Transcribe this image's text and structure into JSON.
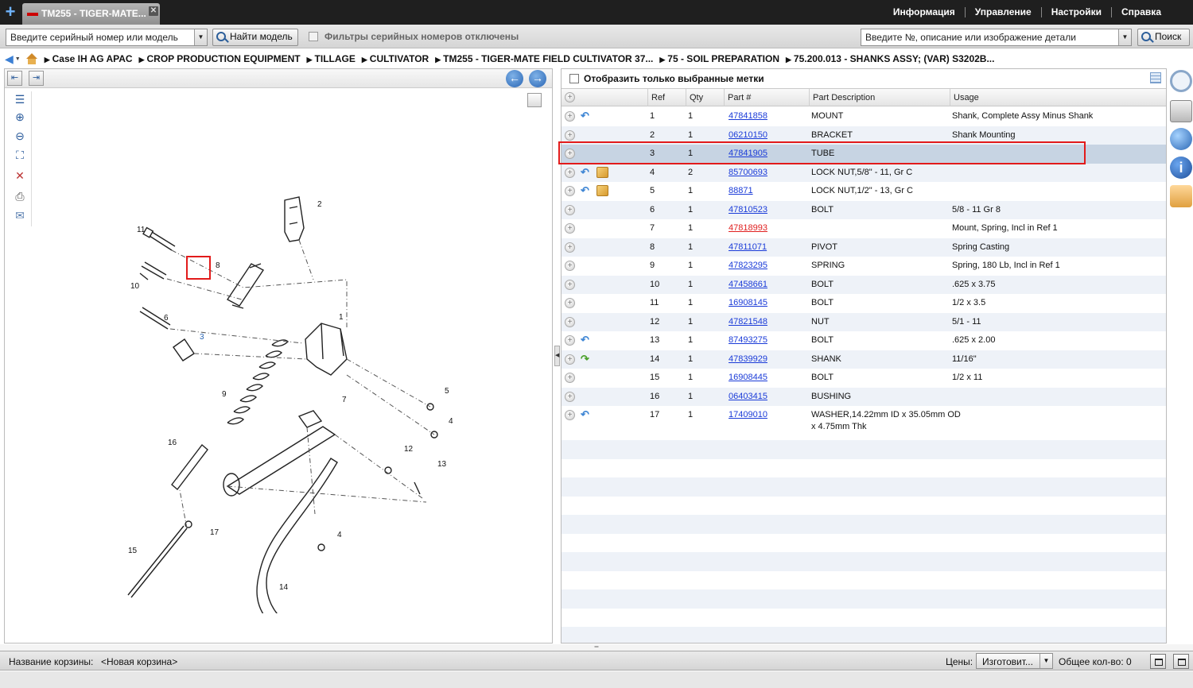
{
  "tab": {
    "title": "TM255 - TIGER-MATE...",
    "close": "✕"
  },
  "topmenu": [
    "Информация",
    "Управление",
    "Настройки",
    "Справка"
  ],
  "searchbar": {
    "serial_placeholder": "Введите серийный номер или модель",
    "find_model": "Найти модель",
    "filter_label": "Фильтры серийных номеров отключены",
    "part_placeholder": "Введите №, описание или изображение детали",
    "search": "Поиск"
  },
  "breadcrumb": [
    "Case IH AG APAC",
    "CROP PRODUCTION EQUIPMENT",
    "TILLAGE",
    "CULTIVATOR",
    "TM255 - TIGER-MATE FIELD CULTIVATOR 37...",
    "75 - SOIL PREPARATION",
    "75.200.013 - SHANKS ASSY; (VAR) S3202B..."
  ],
  "parts_panel": {
    "only_selected": "Отобразить только выбранные метки",
    "columns": [
      "Ref",
      "Qty",
      "Part #",
      "Part Description",
      "Usage"
    ],
    "rows": [
      {
        "ref": "1",
        "qty": "1",
        "part": "47841858",
        "desc": "MOUNT",
        "usage": "Shank, Complete Assy Minus Shank",
        "icons": [
          "blue-arrow"
        ]
      },
      {
        "ref": "2",
        "qty": "1",
        "part": "06210150",
        "desc": "BRACKET",
        "usage": "Shank Mounting",
        "icons": []
      },
      {
        "ref": "3",
        "qty": "1",
        "part": "47841905",
        "desc": "TUBE",
        "usage": "",
        "icons": [],
        "selected": true
      },
      {
        "ref": "4",
        "qty": "2",
        "part": "85700693",
        "desc": "LOCK NUT,5/8\" - 11, Gr C",
        "usage": "",
        "icons": [
          "blue-arrow",
          "box"
        ]
      },
      {
        "ref": "5",
        "qty": "1",
        "part": "88871",
        "desc": "LOCK NUT,1/2\" - 13, Gr C",
        "usage": "",
        "icons": [
          "blue-arrow",
          "box"
        ]
      },
      {
        "ref": "6",
        "qty": "1",
        "part": "47810523",
        "desc": "BOLT",
        "usage": "5/8 - 11 Gr 8",
        "icons": []
      },
      {
        "ref": "7",
        "qty": "1",
        "part": "47818993",
        "desc": "",
        "usage": "Mount, Spring, Incl in Ref 1",
        "icons": [],
        "red": true
      },
      {
        "ref": "8",
        "qty": "1",
        "part": "47811071",
        "desc": "PIVOT",
        "usage": "Spring Casting",
        "icons": []
      },
      {
        "ref": "9",
        "qty": "1",
        "part": "47823295",
        "desc": "SPRING",
        "usage": "Spring, 180 Lb, Incl in Ref 1",
        "icons": []
      },
      {
        "ref": "10",
        "qty": "1",
        "part": "47458661",
        "desc": "BOLT",
        "usage": ".625 x 3.75",
        "icons": []
      },
      {
        "ref": "11",
        "qty": "1",
        "part": "16908145",
        "desc": "BOLT",
        "usage": "1/2 x 3.5",
        "icons": []
      },
      {
        "ref": "12",
        "qty": "1",
        "part": "47821548",
        "desc": "NUT",
        "usage": "5/1 - 11",
        "icons": []
      },
      {
        "ref": "13",
        "qty": "1",
        "part": "87493275",
        "desc": "BOLT",
        "usage": ".625 x 2.00",
        "icons": [
          "blue-arrow"
        ]
      },
      {
        "ref": "14",
        "qty": "1",
        "part": "47839929",
        "desc": "SHANK",
        "usage": "11/16\"",
        "icons": [
          "green-arrow"
        ]
      },
      {
        "ref": "15",
        "qty": "1",
        "part": "16908445",
        "desc": "BOLT",
        "usage": "1/2 x 11",
        "icons": []
      },
      {
        "ref": "16",
        "qty": "1",
        "part": "06403415",
        "desc": "BUSHING",
        "usage": "",
        "icons": []
      },
      {
        "ref": "17",
        "qty": "1",
        "part": "17409010",
        "desc": "WASHER,14.22mm ID x 35.05mm OD",
        "desc2": "x 4.75mm Thk",
        "usage": "",
        "icons": [
          "blue-arrow"
        ]
      }
    ]
  },
  "diagram_labels": [
    "1",
    "2",
    "3",
    "4",
    "4",
    "5",
    "6",
    "7",
    "8",
    "9",
    "10",
    "11",
    "12",
    "13",
    "14",
    "15",
    "16",
    "17"
  ],
  "footer": {
    "cart_label": "Название корзины:",
    "cart_value": "<Новая корзина>",
    "price_label": "Цены:",
    "price_value": "Изготовит...",
    "total": "Общее кол-во: 0"
  },
  "colors": {
    "accent": "#2a66b4",
    "highlight": "#e21b1b",
    "link": "#1a3bd8",
    "selected_row": "#c7d4e3"
  }
}
